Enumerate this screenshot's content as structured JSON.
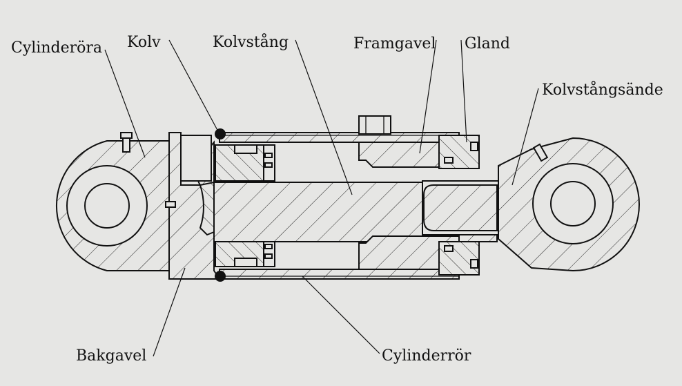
{
  "labels": {
    "cylinderora": "Cylinderöra",
    "kolv": "Kolv",
    "kolvstang": "Kolvstång",
    "framgavel": "Framgavel",
    "gland": "Gland",
    "kolvstangsande": "Kolvstångsände",
    "bakgavel": "Bakgavel",
    "cylinderror": "Cylinderrör"
  },
  "colors": {
    "background": "#e6e6e4",
    "line": "#111111"
  }
}
